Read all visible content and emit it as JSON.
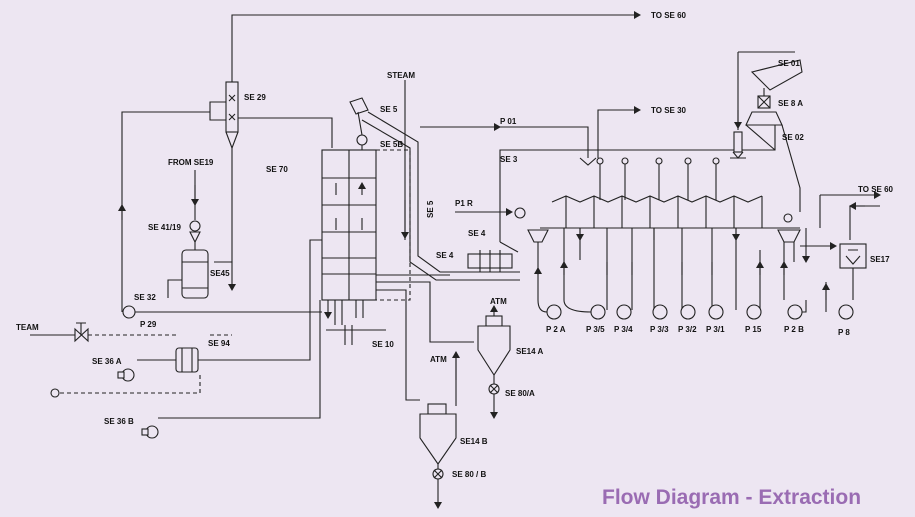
{
  "caption": "Flow Diagram - Extraction",
  "labels": {
    "to_se60_top": "TO SE 60",
    "to_se30": "TO SE 30",
    "to_se60_right": "TO SE 60",
    "steam_top": "STEAM",
    "team_left": "TEAM",
    "se29": "SE 29",
    "se70": "SE 70",
    "se5_top": "SE 5",
    "se5b": "SE 5B",
    "se5_side": "SE 5",
    "se4_a": "SE 4",
    "se4_b": "SE 4",
    "se3": "SE 3",
    "se01": "SE 01",
    "se8a": "SE 8 A",
    "se02": "SE 02",
    "se17": "SE17",
    "from_se19": "FROM SE19",
    "se41_19": "SE 41/19",
    "se45": "SE45",
    "se32": "SE 32",
    "p29": "P 29",
    "se94": "SE 94",
    "se36a": "SE 36 A",
    "se36b": "SE 36 B",
    "se10": "SE 10",
    "atm_a": "ATM",
    "atm_b": "ATM",
    "se14a": "SE14 A",
    "se80a": "SE 80/A",
    "se14b": "SE14 B",
    "se80b": "SE 80 / B",
    "p01": "P 01",
    "p1r": "P1 R"
  },
  "pumps": [
    "P 2 A",
    "P 3/5",
    "P 3/4",
    "P 3/3",
    "P 3/2",
    "P 3/1",
    "P 15",
    "P 2 B",
    "P 8"
  ]
}
